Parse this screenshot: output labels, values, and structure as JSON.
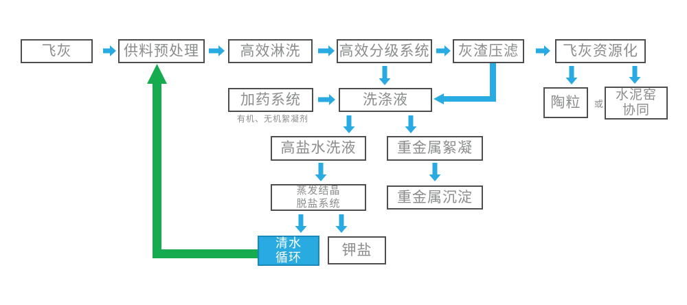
{
  "colors": {
    "arrow_blue": "#29ABE2",
    "recycle_green": "#17AB4F",
    "box_border": "#4D4D4D",
    "box_text": "#8A8C8E",
    "highlight_fill": "#29ABE2",
    "highlight_text": "#FFFFFF",
    "background": "#FFFFFF"
  },
  "nodes": {
    "fly_ash": {
      "label": "飞灰"
    },
    "feed_pretreatment": {
      "label": "供料预处理"
    },
    "efficient_rinsing": {
      "label": "高效淋洗"
    },
    "grading_system": {
      "label": "高效分级系统"
    },
    "ash_press_filter": {
      "label": "灰渣压滤"
    },
    "fly_ash_recycling": {
      "label": "飞灰资源化"
    },
    "dosing_system": {
      "label": "加药系统",
      "note": "有机、无机絮凝剂"
    },
    "washing_liquid": {
      "label": "洗涤液"
    },
    "high_salt_wash": {
      "label": "高盐水洗液"
    },
    "heavy_metal_flocculation": {
      "label": "重金属絮凝"
    },
    "evaporation_desalination": {
      "label": "蒸发结晶\n脱盐系统"
    },
    "heavy_metal_precipitation": {
      "label": "重金属沉淀"
    },
    "clean_water_cycle": {
      "label": "清水\n循环"
    },
    "potassium_salt": {
      "label": "钾盐"
    },
    "ceramsite": {
      "label": "陶粒"
    },
    "or": {
      "label": "或"
    },
    "cement_kiln": {
      "label": "水泥窑\n协同"
    }
  }
}
